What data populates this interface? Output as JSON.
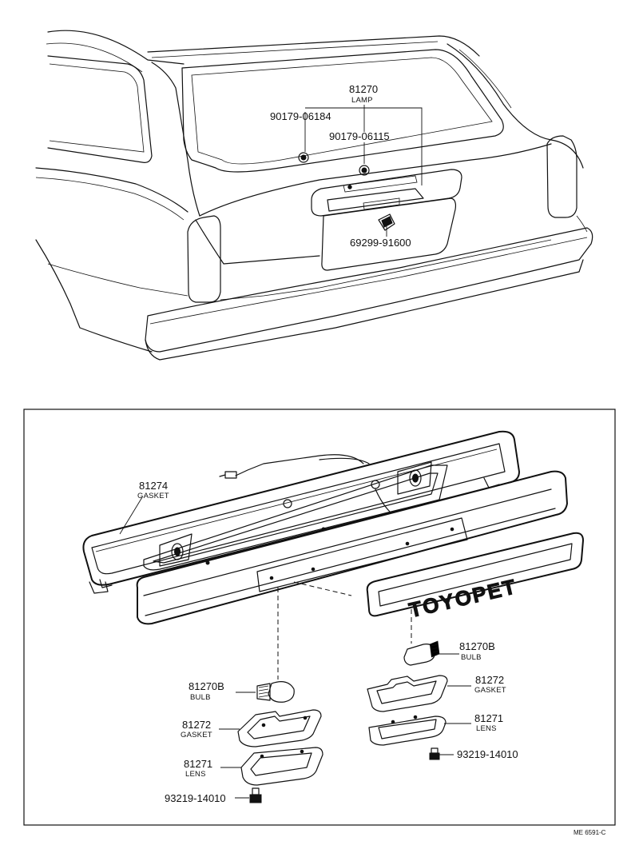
{
  "upper": {
    "lamp": {
      "number": "81270",
      "name": "LAMP"
    },
    "screw_a": {
      "number": "90179-06184"
    },
    "screw_b": {
      "number": "90179-06115"
    },
    "clip": {
      "number": "69299-91600"
    }
  },
  "lower": {
    "gasket_main": {
      "number": "81274",
      "name": "GASKET"
    },
    "bulb_right": {
      "number": "81270B",
      "name": "BULB"
    },
    "bulb_left": {
      "number": "81270B",
      "name": "BULB"
    },
    "gasket_left": {
      "number": "81272",
      "name": "GASKET"
    },
    "gasket_right": {
      "number": "81272",
      "name": "GASKET"
    },
    "lens_left": {
      "number": "81271",
      "name": "LENS"
    },
    "lens_right": {
      "number": "81271",
      "name": "LENS"
    },
    "screw_right": {
      "number": "93219-14010"
    },
    "screw_left": {
      "number": "93219-14010"
    },
    "lens_emblem": "TOYOPET",
    "drawing_code": "ME 6591-C"
  }
}
